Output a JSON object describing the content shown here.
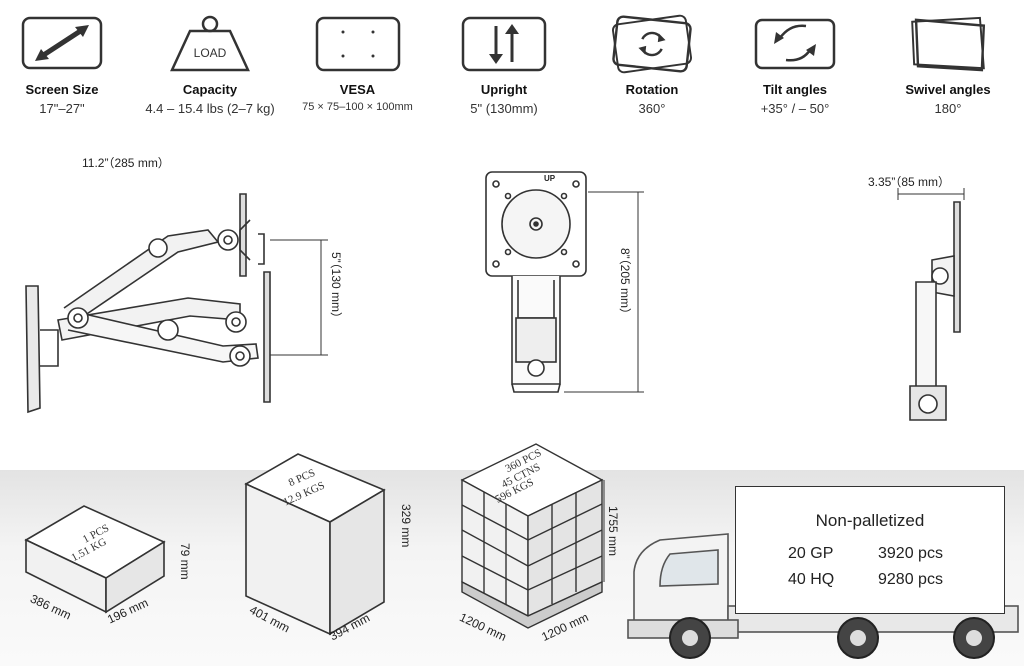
{
  "specs": [
    {
      "title": "Screen Size",
      "value": "17\"–27\"",
      "icon": "diagonal-arrow-icon"
    },
    {
      "title": "Capacity",
      "value": "4.4 – 15.4 lbs (2–7 kg)",
      "icon": "weight-load-icon",
      "icon_text": "LOAD"
    },
    {
      "title": "VESA",
      "value": "75 × 75–100 × 100mm",
      "icon": "vesa-plate-icon"
    },
    {
      "title": "Upright",
      "value": "5\" (130mm)",
      "icon": "up-down-arrows-icon"
    },
    {
      "title": "Rotation",
      "value": "360°",
      "icon": "rotation-icon"
    },
    {
      "title": "Tilt angles",
      "value": "+35°   / – 50°",
      "icon": "tilt-icon"
    },
    {
      "title": "Swivel angles",
      "value": "180°",
      "icon": "swivel-icon"
    }
  ],
  "dimensions": {
    "arm_depth": "11.2”（285 mm）",
    "upright": "5”（130 mm）",
    "plate_height": "8”（205 mm）",
    "plate_label": "UP",
    "side_depth": "3.35”（85 mm）"
  },
  "packages": [
    {
      "label1": "1 PCS",
      "label2": "1.51 KG",
      "length": "386 mm",
      "width": "196 mm",
      "height": "79 mm"
    },
    {
      "label1": "8 PCS",
      "label2": "12.9 KGS",
      "length": "401 mm",
      "width": "394 mm",
      "height": "329 mm"
    },
    {
      "label1": "360 PCS",
      "label2": "45 CTNS",
      "label3": "596 KGS",
      "length": "1200 mm",
      "width": "1200 mm",
      "height": "1755 mm"
    }
  ],
  "shipping": {
    "title": "Non-palletized",
    "rows": [
      {
        "container": "20 GP",
        "qty": "3920 pcs"
      },
      {
        "container": "40 HQ",
        "qty": "9280 pcs"
      }
    ]
  }
}
